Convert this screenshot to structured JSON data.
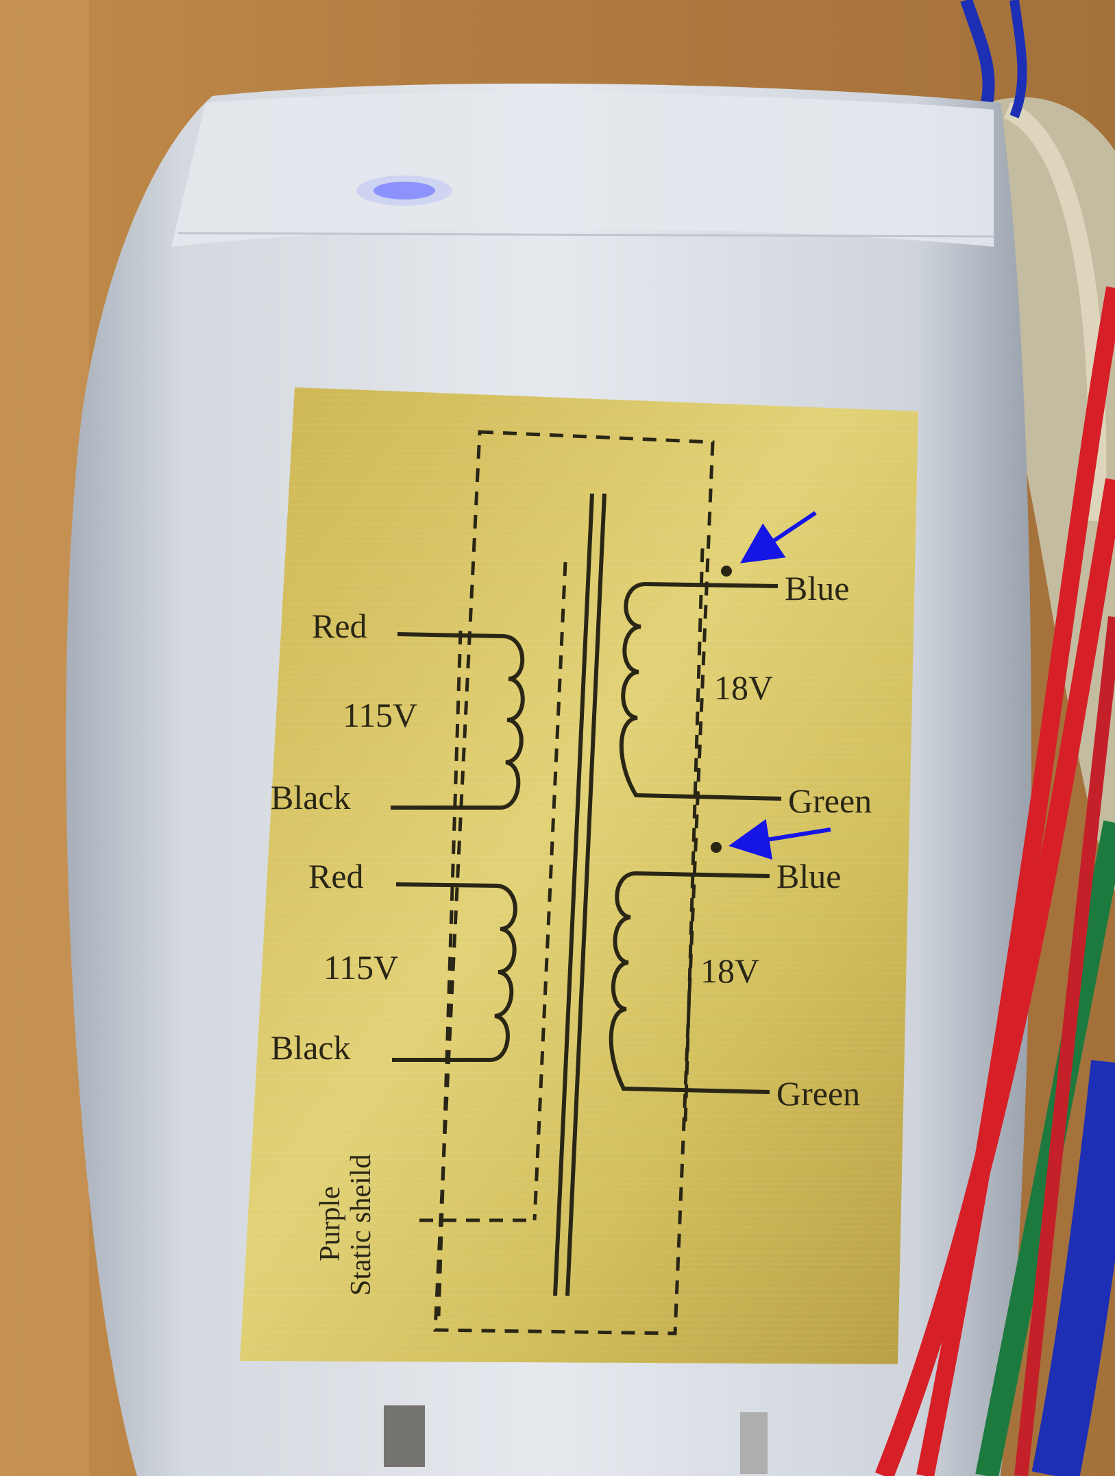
{
  "photo": {
    "colors": {
      "background_wood": "#b9874f",
      "wrap_tape": "#dfe3e8",
      "label_gold": "#d6c25e",
      "ink": "#2a2616",
      "arrow_blue": "#1515e6",
      "wire_red": "#d61f26",
      "wire_green": "#1d7a3e",
      "wire_blue": "#1c2fb5",
      "wire_white": "#d9d1b8"
    }
  },
  "label": {
    "primary_top": {
      "lead_top": "Red",
      "voltage": "115V",
      "lead_bottom": "Black"
    },
    "primary_bottom": {
      "lead_top": "Red",
      "voltage": "115V",
      "lead_bottom": "Black"
    },
    "secondary_top": {
      "lead_top": "Blue",
      "voltage": "18V",
      "lead_bottom": "Green"
    },
    "secondary_bottom": {
      "lead_top": "Blue",
      "voltage": "18V",
      "lead_bottom": "Green"
    },
    "shield_line1": "Purple",
    "shield_line2": "Static sheild"
  },
  "annotations": [
    {
      "icon": "arrow-icon",
      "points_to": "phase-dot"
    },
    {
      "icon": "arrow-icon",
      "points_to": "phase-dot"
    }
  ]
}
